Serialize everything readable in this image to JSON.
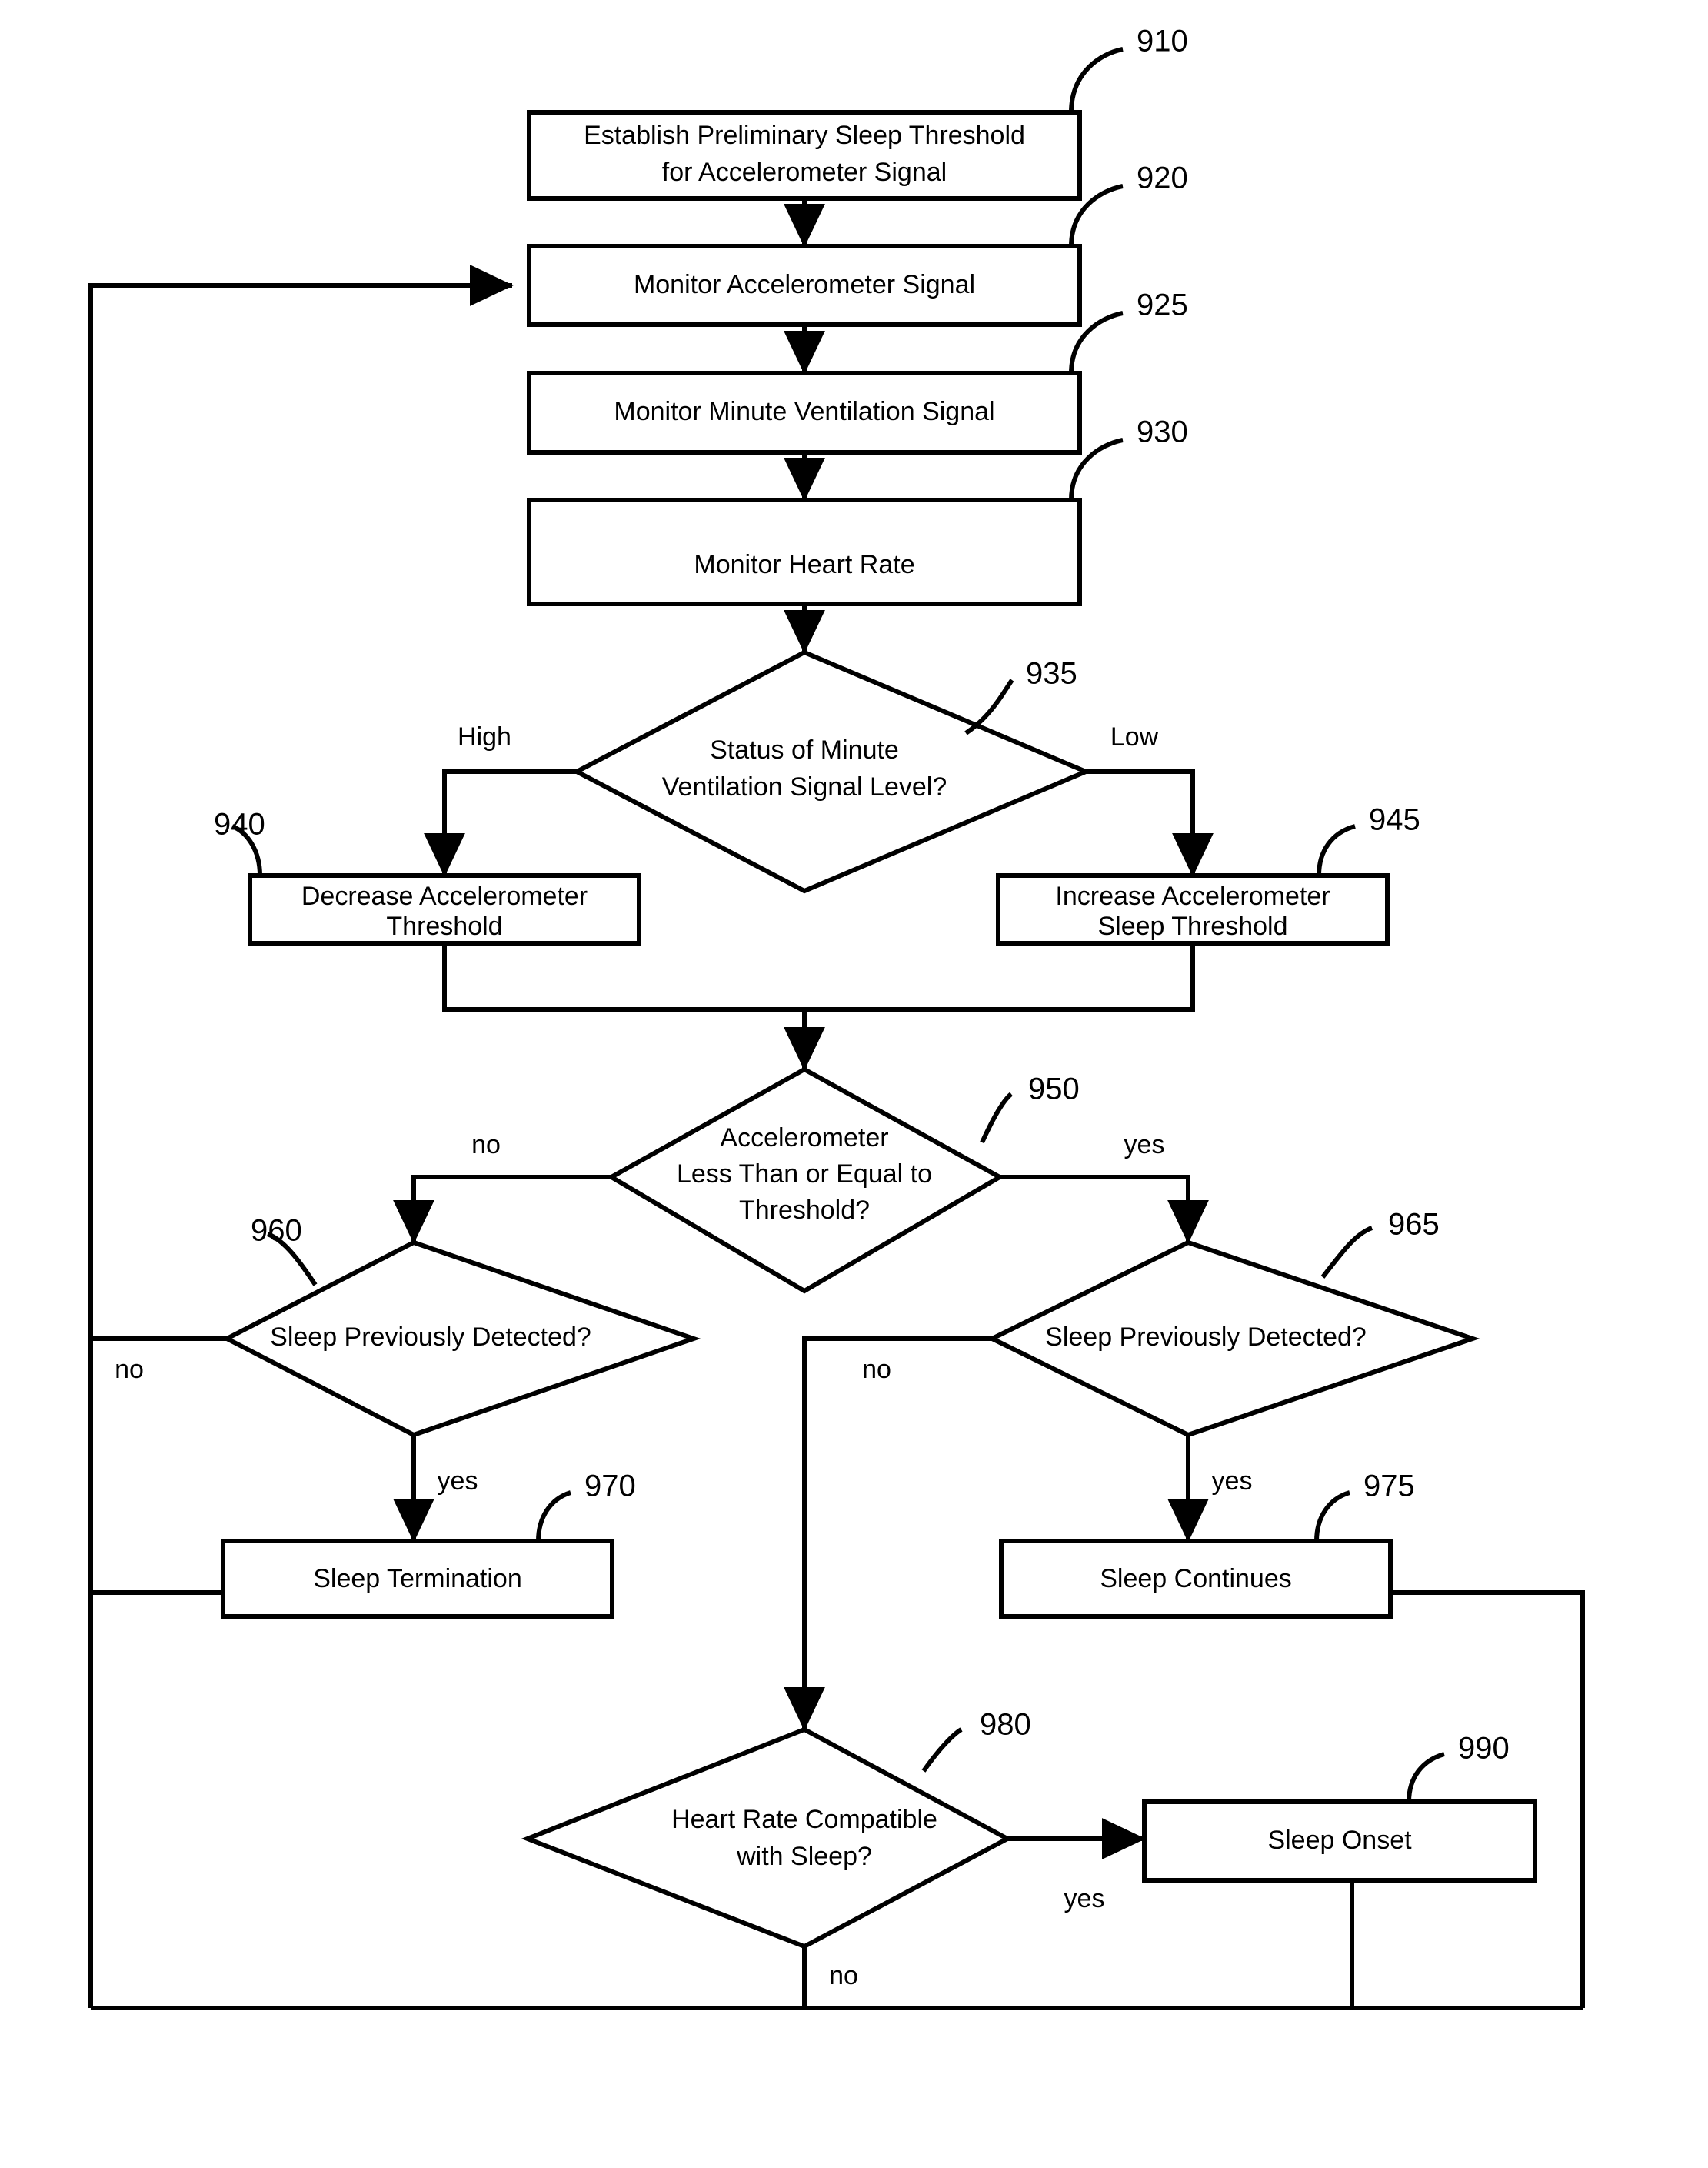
{
  "figure": {
    "type": "flowchart",
    "title": "Sleep detection flowchart using accelerometer, minute ventilation and heart rate"
  },
  "nodes": {
    "n910": {
      "ref": "910",
      "shape": "process",
      "line1": "Establish Preliminary Sleep Threshold",
      "line2": "for Accelerometer Signal"
    },
    "n920": {
      "ref": "920",
      "shape": "process",
      "line1": "Monitor Accelerometer Signal",
      "line2": ""
    },
    "n925": {
      "ref": "925",
      "shape": "process",
      "line1": "Monitor Minute Ventilation Signal",
      "line2": ""
    },
    "n930": {
      "ref": "930",
      "shape": "process",
      "line1": "Monitor Heart Rate",
      "line2": ""
    },
    "n935": {
      "ref": "935",
      "shape": "decision",
      "line1": "Status of Minute",
      "line2": "Ventilation Signal Level?"
    },
    "n940": {
      "ref": "940",
      "shape": "process",
      "line1": "Decrease Accelerometer",
      "line2": "Threshold"
    },
    "n945": {
      "ref": "945",
      "shape": "process",
      "line1": "Increase Accelerometer",
      "line2": "Sleep Threshold"
    },
    "n950": {
      "ref": "950",
      "shape": "decision",
      "line1": "Accelerometer",
      "line2": "Less Than or Equal to",
      "line3": "Threshold?"
    },
    "n960": {
      "ref": "960",
      "shape": "decision",
      "line1": "Sleep Previously Detected?",
      "line2": ""
    },
    "n965": {
      "ref": "965",
      "shape": "decision",
      "line1": "Sleep Previously Detected?",
      "line2": ""
    },
    "n970": {
      "ref": "970",
      "shape": "process",
      "line1": "Sleep Termination",
      "line2": ""
    },
    "n975": {
      "ref": "975",
      "shape": "process",
      "line1": "Sleep Continues",
      "line2": ""
    },
    "n980": {
      "ref": "980",
      "shape": "decision",
      "line1": "Heart Rate Compatible",
      "line2": "with Sleep?"
    },
    "n990": {
      "ref": "990",
      "shape": "process",
      "line1": "Sleep Onset",
      "line2": ""
    }
  },
  "edge_labels": {
    "e935_high": "High",
    "e935_low": "Low",
    "e950_no": "no",
    "e950_yes": "yes",
    "e960_no": "no",
    "e960_yes": "yes",
    "e965_no": "no",
    "e965_yes": "yes",
    "e980_yes": "yes",
    "e980_no": "no"
  },
  "colors": {
    "stroke": "#000000",
    "fill": "#ffffff",
    "background": "#ffffff"
  }
}
